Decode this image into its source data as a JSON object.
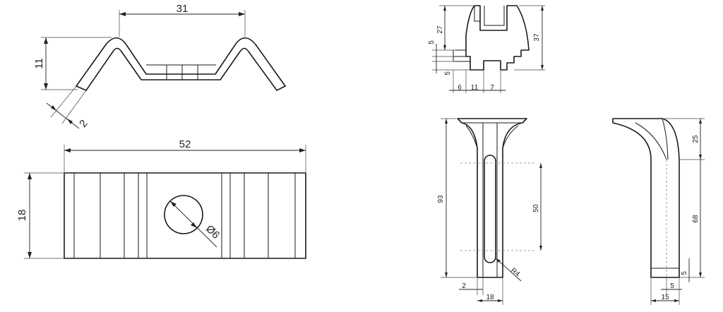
{
  "views": {
    "profile": {
      "dims": {
        "width_top": "31",
        "height": "11",
        "thickness": "2"
      }
    },
    "plan": {
      "dims": {
        "length": "52",
        "width": "18",
        "hole": "Ø6"
      }
    },
    "top_view": {
      "dims": {
        "height_upper": "27",
        "height_total": "37",
        "step1": "5",
        "step2": "5",
        "w1": "6",
        "w2": "11",
        "w3": "7"
      }
    },
    "front_view": {
      "dims": {
        "height": "93",
        "slot": "50",
        "radius": "R4",
        "offset": "2",
        "width": "18"
      }
    },
    "side_view": {
      "dims": {
        "top": "25",
        "lower": "68",
        "foot": "5",
        "step": "5",
        "width": "15"
      }
    }
  }
}
